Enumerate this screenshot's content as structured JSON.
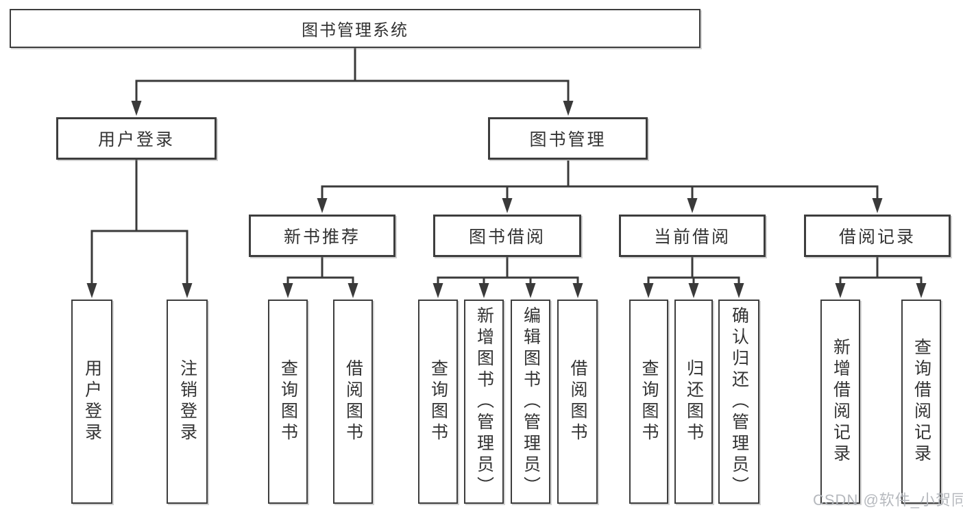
{
  "diagram": {
    "title_node": "图书管理系统",
    "root": {
      "label": "图书管理系统",
      "children": [
        {
          "label": "用户登录",
          "children": [
            {
              "label": "用户登录"
            },
            {
              "label": "注销登录"
            }
          ]
        },
        {
          "label": "图书管理",
          "children": [
            {
              "label": "新书推荐",
              "children": [
                {
                  "label": "查询图书"
                },
                {
                  "label": "借阅图书"
                }
              ]
            },
            {
              "label": "图书借阅",
              "children": [
                {
                  "label": "查询图书"
                },
                {
                  "label": "新增图书（管理员）"
                },
                {
                  "label": "编辑图书（管理员）"
                },
                {
                  "label": "借阅图书"
                }
              ]
            },
            {
              "label": "当前借阅",
              "children": [
                {
                  "label": "查询图书"
                },
                {
                  "label": "归还图书"
                },
                {
                  "label": "确认归还（管理员）"
                }
              ]
            },
            {
              "label": "借阅记录",
              "children": [
                {
                  "label": "新增借阅记录"
                },
                {
                  "label": "查询借阅记录"
                }
              ]
            }
          ]
        }
      ]
    },
    "colors": {
      "line": "#3a3a3a",
      "box_border": "#3d3d3d",
      "text": "#333333",
      "background": "#ffffff",
      "watermark": "#b2b5ba"
    },
    "watermark": "CSDN @软件_小贺同学"
  }
}
